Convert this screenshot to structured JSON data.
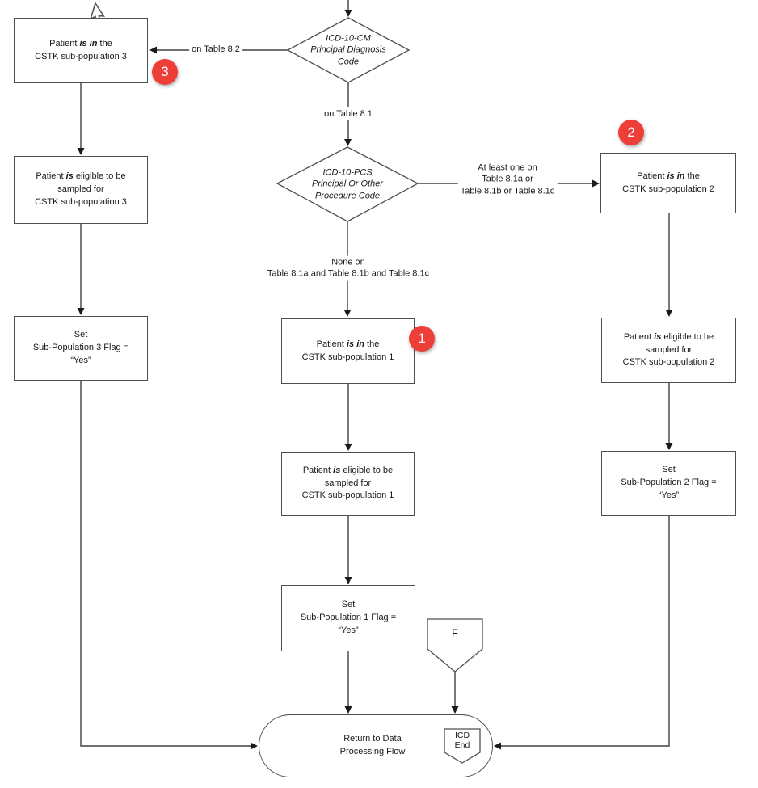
{
  "colors": {
    "line": "#404040",
    "box_border": "#4f4f4f",
    "text": "#1a1a1a",
    "badge_bg": "#ee3e38",
    "badge_text": "#ffffff"
  },
  "diamonds": {
    "icd10cm": {
      "l1": "ICD-10-CM",
      "l2": "Principal Diagnosis",
      "l3": "Code"
    },
    "icd10pcs": {
      "l1": "ICD-10-PCS",
      "l2": "Principal Or Other",
      "l3": "Procedure Code"
    }
  },
  "edge_labels": {
    "table82": "on Table 8.2",
    "table81": "on Table 8.1",
    "atleast": {
      "l1": "At least one on",
      "l2": "Table 8.1a or",
      "l3": "Table 8.1b or Table 8.1c"
    },
    "none": {
      "l1": "None on",
      "l2": "Table 8.1a and Table 8.1b and Table 8.1c"
    }
  },
  "boxes": {
    "in3": {
      "pre": "Patient ",
      "em": "is in",
      "post": " the",
      "l2": "CSTK sub-population 3"
    },
    "elig3": {
      "pre": "Patient ",
      "em": "is",
      "post": " eligible to be",
      "l2": "sampled for",
      "l3": "CSTK sub-population 3"
    },
    "set3": {
      "l1": "Set",
      "l2": "Sub-Population 3 Flag =",
      "l3": "“Yes”"
    },
    "in1": {
      "pre": "Patient ",
      "em": "is in",
      "post": " the",
      "l2": "CSTK sub-population 1"
    },
    "elig1": {
      "pre": "Patient ",
      "em": "is",
      "post": " eligible to be",
      "l2": "sampled for",
      "l3": "CSTK sub-population 1"
    },
    "set1": {
      "l1": "Set",
      "l2": "Sub-Population 1 Flag =",
      "l3": "“Yes”"
    },
    "in2": {
      "pre": "Patient ",
      "em": "is in",
      "post": " the",
      "l2": "CSTK sub-population 2"
    },
    "elig2": {
      "pre": "Patient ",
      "em": "is",
      "post": " eligible to be",
      "l2": "sampled for",
      "l3": "CSTK sub-population 2"
    },
    "set2": {
      "l1": "Set",
      "l2": "Sub-Population 2 Flag =",
      "l3": "“Yes”"
    }
  },
  "badges": {
    "one": "1",
    "two": "2",
    "three": "3"
  },
  "offpage_connector": {
    "label": "F"
  },
  "terminator": {
    "l1": "Return to Data",
    "l2": "Processing Flow"
  },
  "end_tag": {
    "l1": "ICD",
    "l2": "End"
  }
}
